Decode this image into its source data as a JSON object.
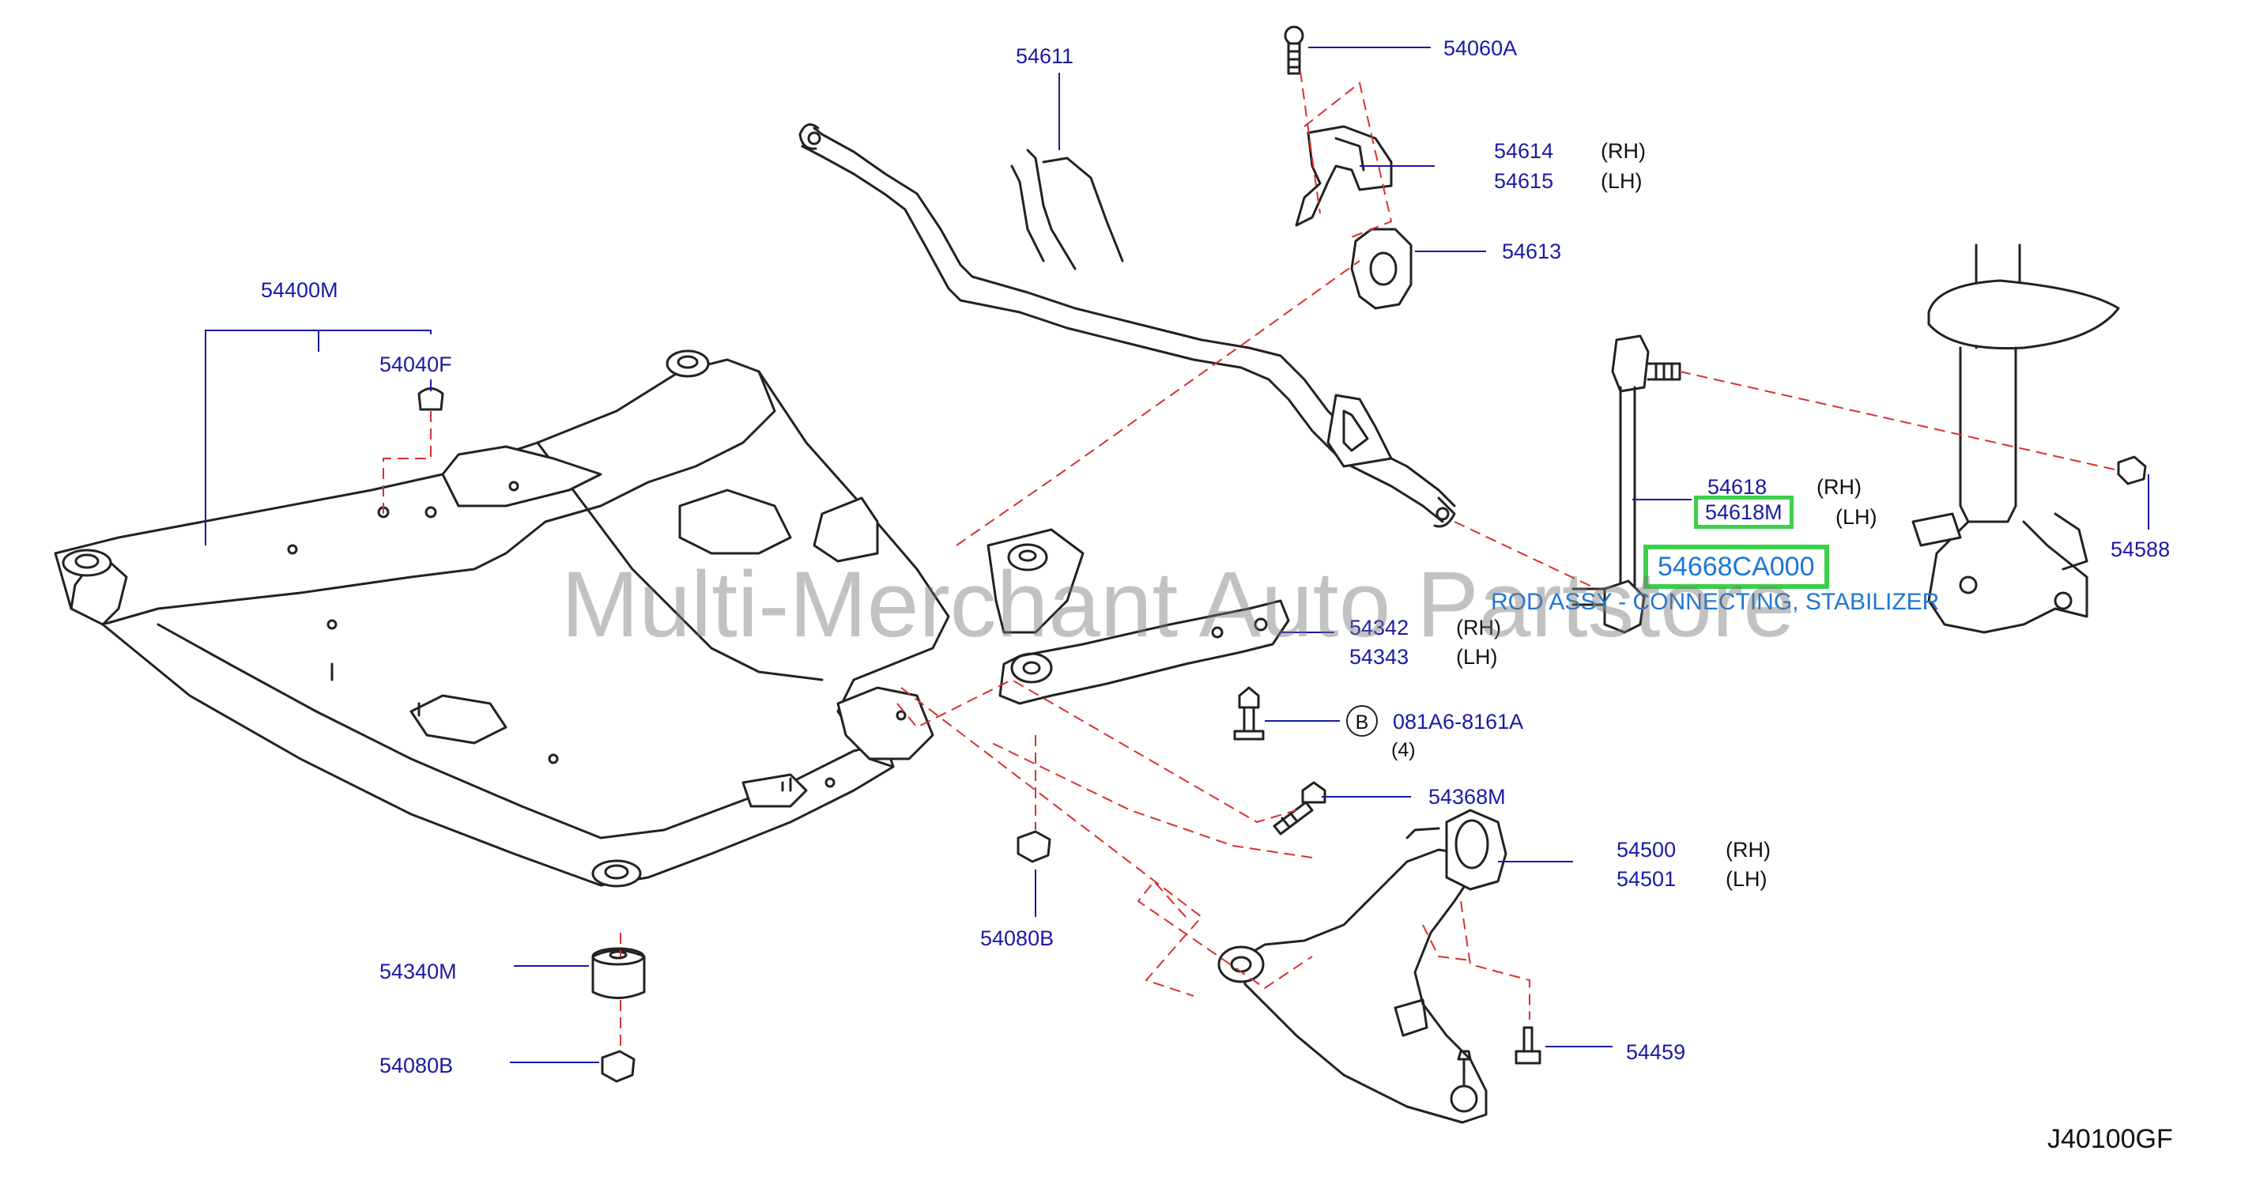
{
  "callouts": {
    "p54611": "54611",
    "p54060A": "54060A",
    "p54614": "54614",
    "p54614_side": "(RH)",
    "p54615": "54615",
    "p54615_side": "(LH)",
    "p54613": "54613",
    "p54400M": "54400M",
    "p54040F": "54040F",
    "p54618": "54618",
    "p54618_side": "(RH)",
    "p54618M": "54618M",
    "p54618M_side": "(LH)",
    "p54668CA000": "54668CA000",
    "rod_desc": "ROD ASSY - CONNECTING, STABILIZER",
    "p54588": "54588",
    "p54342": "54342",
    "p54342_side": "(RH)",
    "p54343": "54343",
    "p54343_side": "(LH)",
    "bolt_marker": "B",
    "p081A6": "081A6-8161A",
    "qty": "(4)",
    "p54368M": "54368M",
    "p54500": "54500",
    "p54500_side": "(RH)",
    "p54501": "54501",
    "p54501_side": "(LH)",
    "p54080B_mid": "54080B",
    "p54340M": "54340M",
    "p54080B_bottom": "54080B",
    "p54459": "54459"
  },
  "watermark": "Multi-Merchant Auto Partstore",
  "drawing_code": "J40100GF",
  "colors": {
    "callout_text": "#1a1aa6",
    "leader": "#1a1aa6",
    "dashed_guide": "#d93030",
    "highlight": "#3ccf4b",
    "part_outline": "#222222",
    "description": "#1f77d4"
  }
}
